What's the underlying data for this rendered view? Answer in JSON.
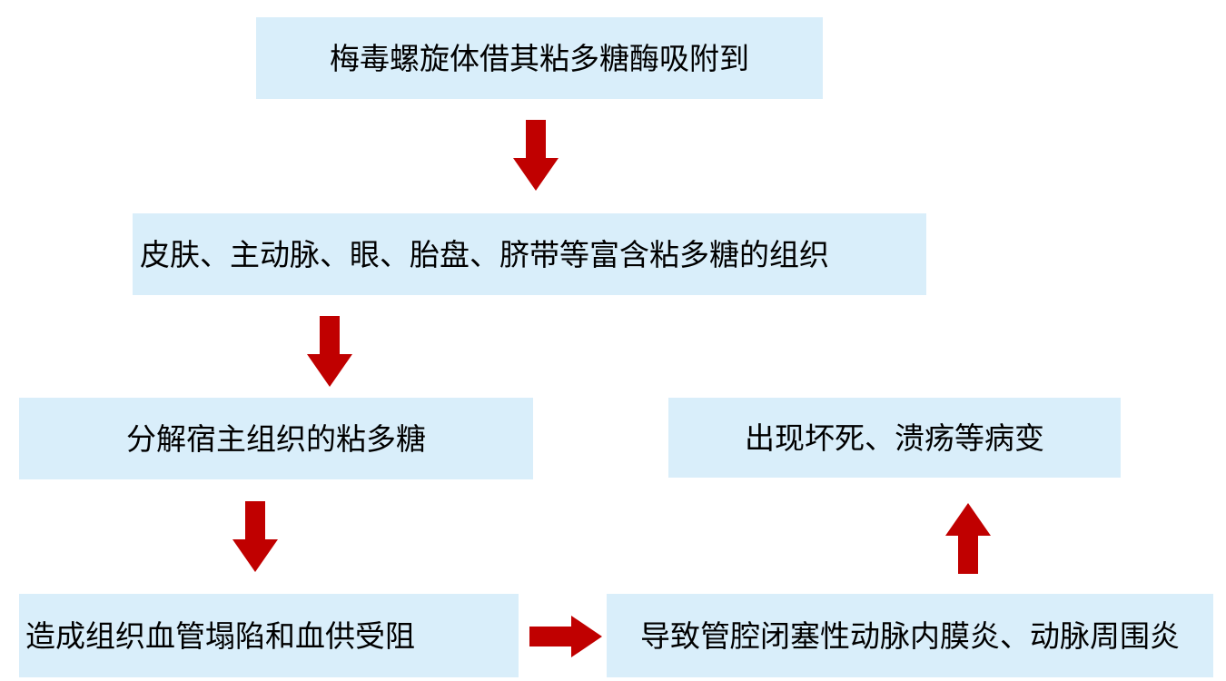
{
  "diagram": {
    "nodes": {
      "step1": "梅毒螺旋体借其粘多糖酶吸附到",
      "step2": "皮肤、主动脉、眼、胎盘、脐带等富含粘多糖的组织",
      "step3": "分解宿主组织的粘多糖",
      "step4": "造成组织血管塌陷和血供受阻",
      "step5": "导致管腔闭塞性动脉内膜炎、动脉周围炎",
      "step6": "出现坏死、溃疡等病变"
    },
    "edges": [
      {
        "from": "step1",
        "to": "step2",
        "direction": "down"
      },
      {
        "from": "step2",
        "to": "step3",
        "direction": "down"
      },
      {
        "from": "step3",
        "to": "step4",
        "direction": "down"
      },
      {
        "from": "step4",
        "to": "step5",
        "direction": "right"
      },
      {
        "from": "step5",
        "to": "step6",
        "direction": "up"
      }
    ],
    "colors": {
      "box_fill": "#d9eefa",
      "arrow": "#c00000",
      "text": "#000000"
    }
  }
}
